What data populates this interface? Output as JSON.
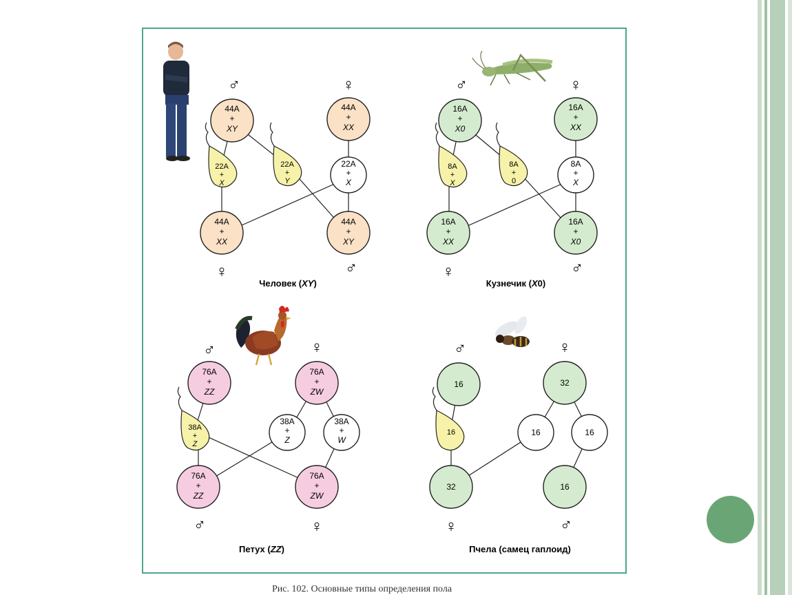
{
  "caption": "Рис. 102. Основные типы определения пола",
  "colors": {
    "frame": "#4ea591",
    "human_fill": "#fbe1c6",
    "grasshopper_fill": "#d5ebcf",
    "rooster_fill": "#f6cde0",
    "bee_fill": "#d5ebcf",
    "sperm_fill": "#f7f2a9",
    "accent_dot": "#6aa675"
  },
  "symbols": {
    "male": "♂",
    "female": "♀"
  },
  "panels": [
    {
      "id": "human",
      "title_pre": "Человек (",
      "title_em": "XY",
      "title_post": ")",
      "parents": [
        {
          "sex": "male",
          "lines": [
            "44A",
            "+",
            "XY"
          ]
        },
        {
          "sex": "female",
          "lines": [
            "44A",
            "+",
            "XX"
          ]
        }
      ],
      "gametes": [
        {
          "kind": "sperm",
          "lines": [
            "22A",
            "+",
            "X"
          ]
        },
        {
          "kind": "sperm",
          "lines": [
            "22A",
            "+",
            "Y"
          ]
        },
        {
          "kind": "egg",
          "lines": [
            "22A",
            "+",
            "X"
          ]
        }
      ],
      "offspring": [
        {
          "sex": "female",
          "lines": [
            "44A",
            "+",
            "XX"
          ]
        },
        {
          "sex": "male",
          "lines": [
            "44A",
            "+",
            "XY"
          ]
        }
      ]
    },
    {
      "id": "grasshopper",
      "title_pre": "Кузнечик (",
      "title_em": "X",
      "title_post": "0)",
      "parents": [
        {
          "sex": "male",
          "lines": [
            "16A",
            "+",
            "X0"
          ]
        },
        {
          "sex": "female",
          "lines": [
            "16A",
            "+",
            "XX"
          ]
        }
      ],
      "gametes": [
        {
          "kind": "sperm",
          "lines": [
            "8A",
            "+",
            "X"
          ]
        },
        {
          "kind": "sperm",
          "lines": [
            "8A",
            "+",
            "0"
          ]
        },
        {
          "kind": "egg",
          "lines": [
            "8A",
            "+",
            "X"
          ]
        }
      ],
      "offspring": [
        {
          "sex": "female",
          "lines": [
            "16A",
            "+",
            "XX"
          ]
        },
        {
          "sex": "male",
          "lines": [
            "16A",
            "+",
            "X0"
          ]
        }
      ]
    },
    {
      "id": "rooster",
      "title_pre": "Петух (",
      "title_em": "ZZ",
      "title_post": ")",
      "parents": [
        {
          "sex": "male",
          "lines": [
            "76A",
            "+",
            "ZZ"
          ]
        },
        {
          "sex": "female",
          "lines": [
            "76A",
            "+",
            "ZW"
          ]
        }
      ],
      "gametes": [
        {
          "kind": "sperm",
          "lines": [
            "38A",
            "+",
            "Z"
          ]
        },
        {
          "kind": "egg",
          "lines": [
            "38A",
            "+",
            "Z"
          ]
        },
        {
          "kind": "egg",
          "lines": [
            "38A",
            "+",
            "W"
          ]
        }
      ],
      "offspring": [
        {
          "sex": "male",
          "lines": [
            "76A",
            "+",
            "ZZ"
          ]
        },
        {
          "sex": "female",
          "lines": [
            "76A",
            "+",
            "ZW"
          ]
        }
      ]
    },
    {
      "id": "bee",
      "title_pre": "Пчела (самец гаплоид)",
      "title_em": "",
      "title_post": "",
      "parents": [
        {
          "sex": "male",
          "lines": [
            "16"
          ]
        },
        {
          "sex": "female",
          "lines": [
            "32"
          ]
        }
      ],
      "gametes": [
        {
          "kind": "sperm",
          "lines": [
            "16"
          ]
        },
        {
          "kind": "egg",
          "lines": [
            "16"
          ]
        },
        {
          "kind": "egg",
          "lines": [
            "16"
          ]
        }
      ],
      "offspring": [
        {
          "sex": "female",
          "lines": [
            "32"
          ]
        },
        {
          "sex": "male",
          "lines": [
            "16"
          ]
        }
      ]
    }
  ]
}
